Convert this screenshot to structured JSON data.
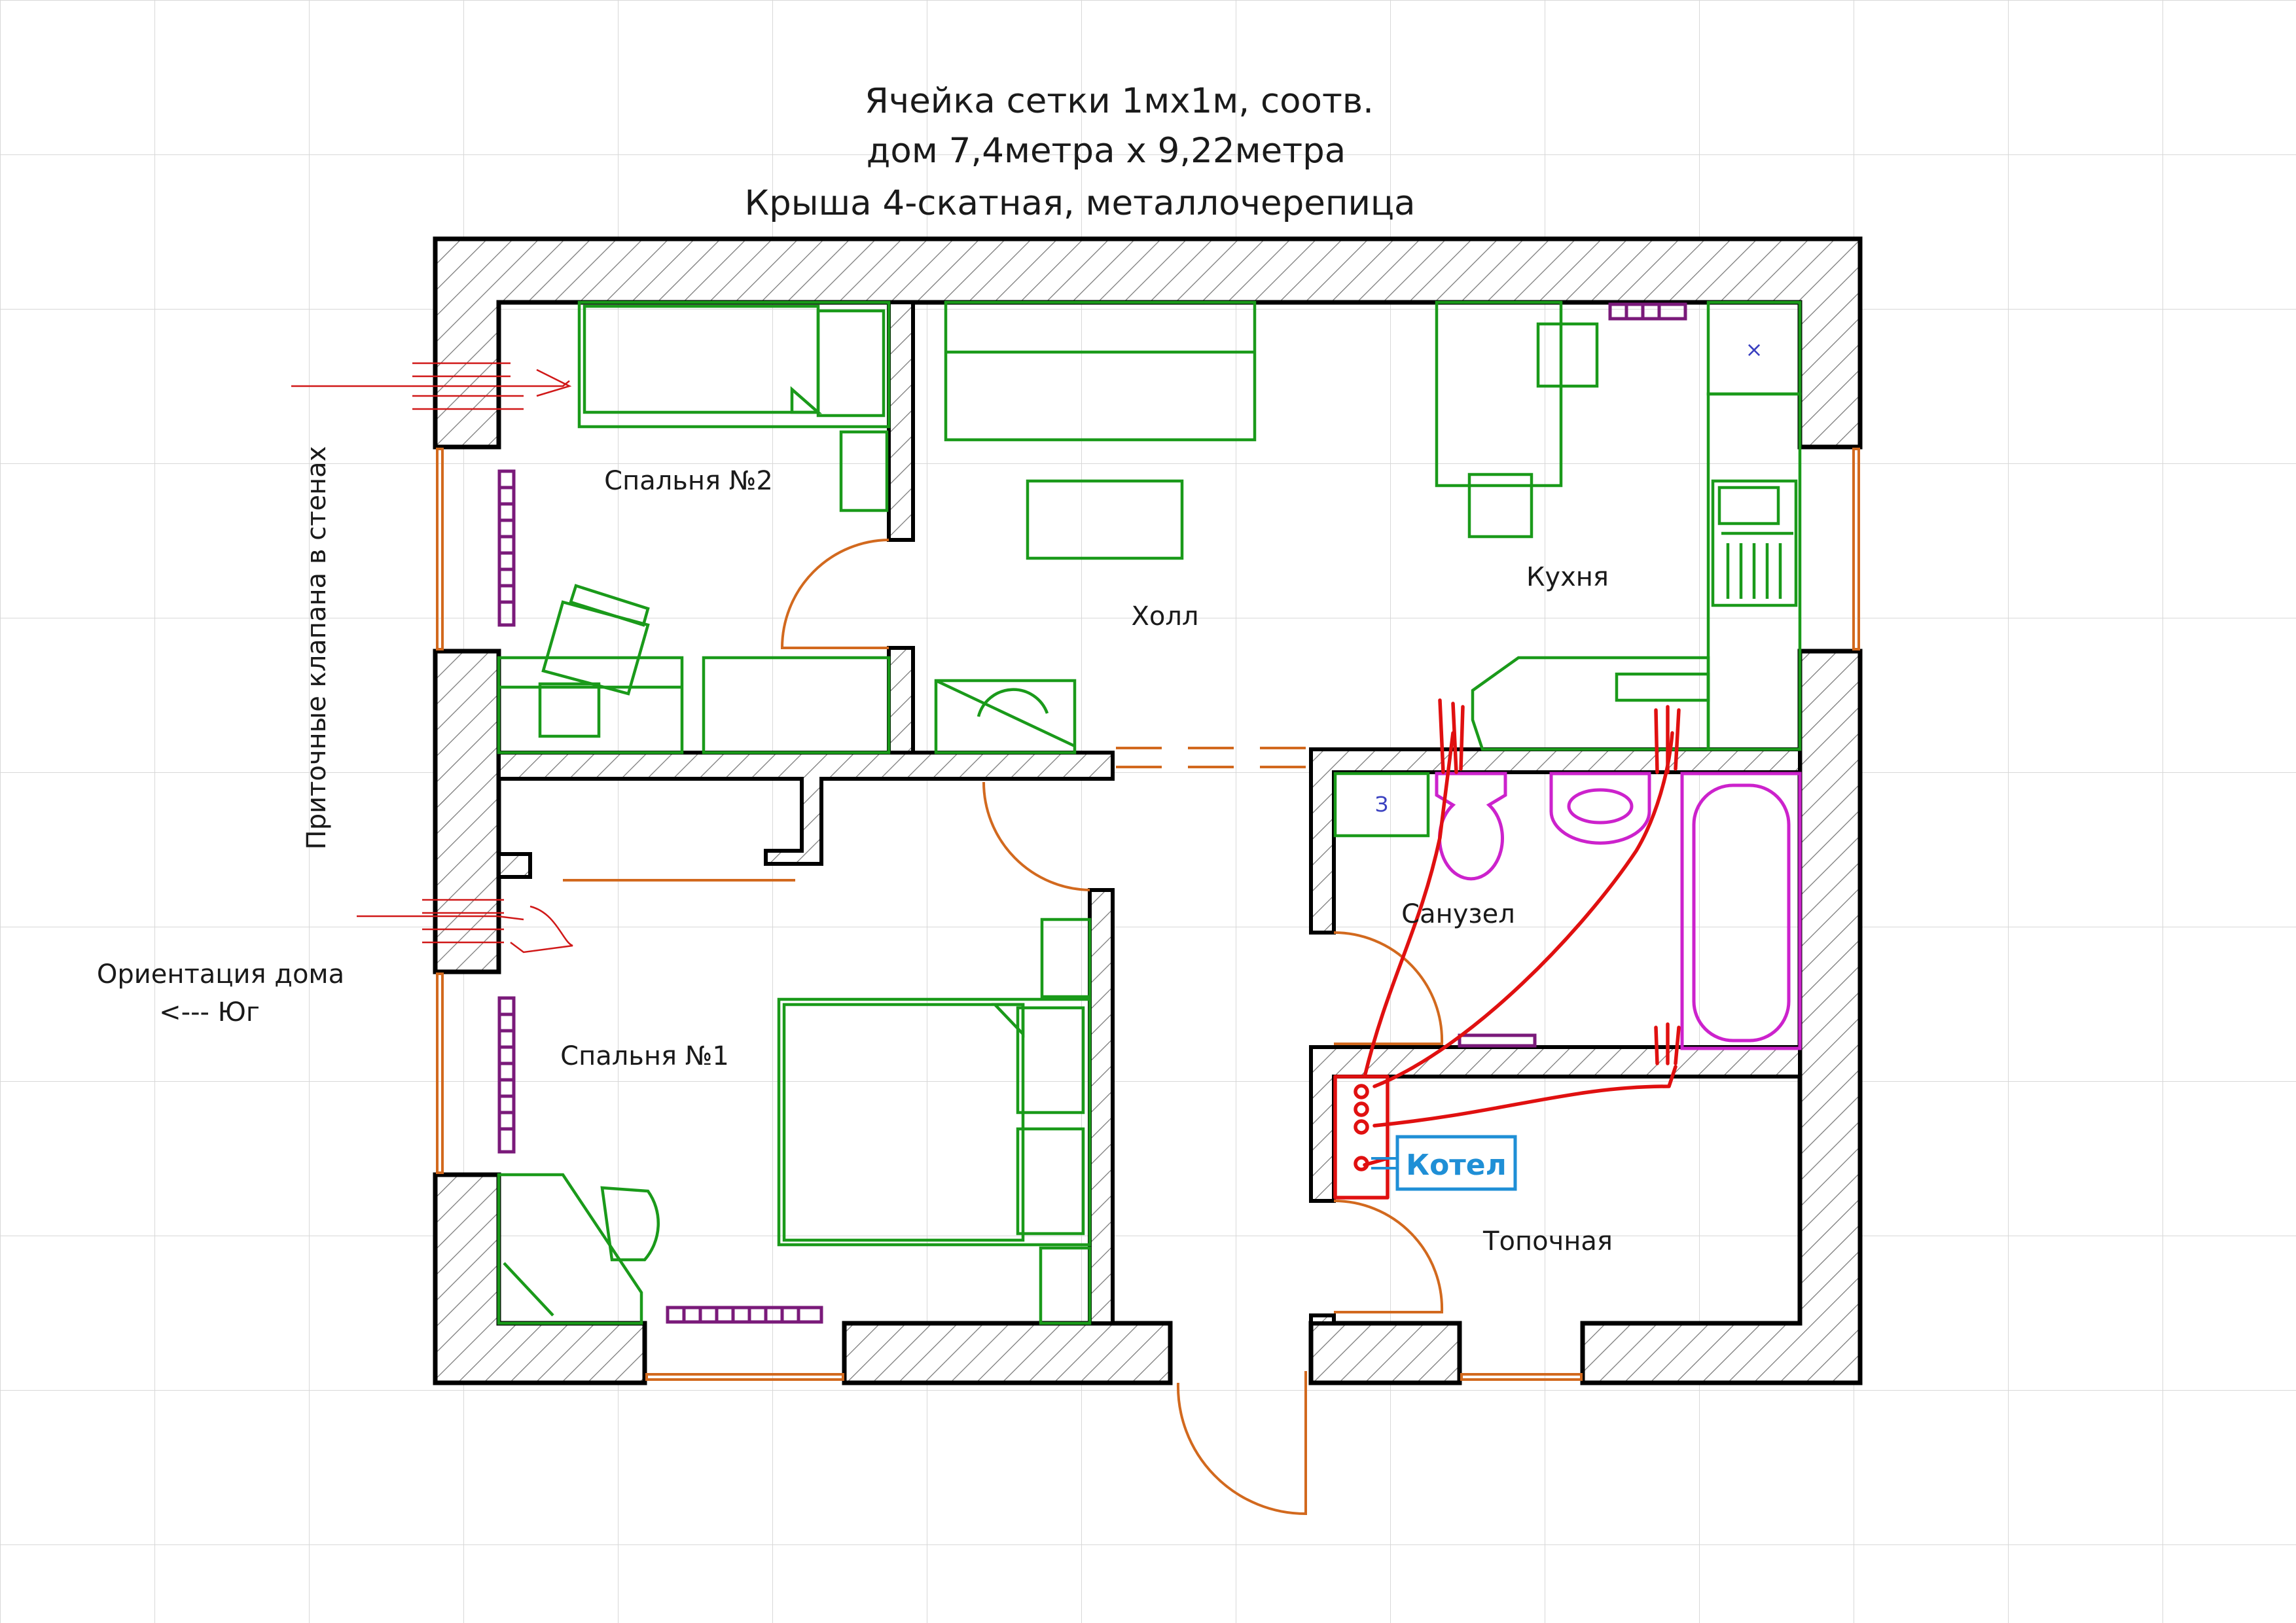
{
  "title_lines": [
    "Ячейка сетки 1мх1м, соотв.",
    "дом 7,4метра х 9,22метра",
    "Крыша 4-скатная, металлочерепица"
  ],
  "rooms": {
    "bedroom2": "Спальня №2",
    "hall": "Холл",
    "kitchen": "Кухня",
    "bathroom": "Санузел",
    "bedroom1": "Спальня №1",
    "boiler_room": "Топочная"
  },
  "annotations": {
    "vents": "Приточные клапана в стенах",
    "orientation_line1": "Ориентация дома",
    "orientation_line2": "<--- Юг",
    "boiler": "Котел",
    "meter": "З"
  },
  "colors": {
    "walls": "#000000",
    "furniture": "#1a9a1a",
    "doors_windows": "#d2691e",
    "plumbing": "#cc22cc",
    "heating_pipes": "#e01010",
    "radiators": "#7a1a7a",
    "boiler": "#1f8fd6"
  }
}
